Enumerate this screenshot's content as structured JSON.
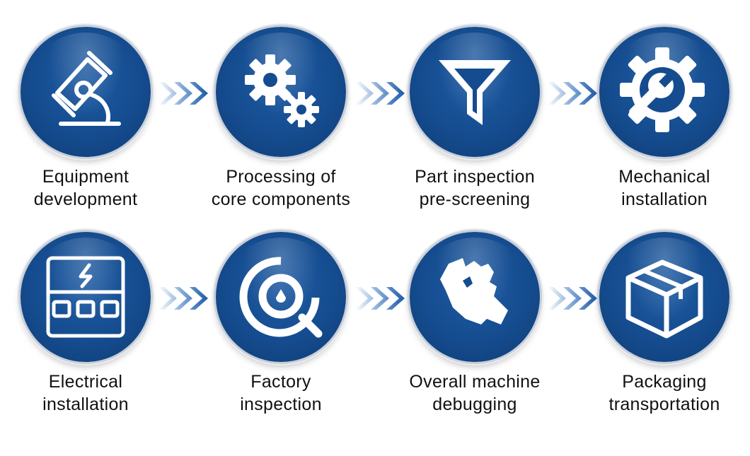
{
  "steps": [
    {
      "icon": "microscope-icon",
      "line1": "Equipment",
      "line2": "development"
    },
    {
      "icon": "gears-icon",
      "line1": "Processing of",
      "line2": "core components"
    },
    {
      "icon": "funnel-icon",
      "line1": "Part inspection",
      "line2": "pre-screening"
    },
    {
      "icon": "gear-wrench-icon",
      "line1": "Mechanical",
      "line2": "installation"
    },
    {
      "icon": "electrical-panel-icon",
      "line1": "Electrical",
      "line2": "installation"
    },
    {
      "icon": "inspection-target-icon",
      "line1": "Factory",
      "line2": "inspection"
    },
    {
      "icon": "hand-gear-icon",
      "line1": "Overall machine",
      "line2": "debugging"
    },
    {
      "icon": "box-icon",
      "line1": "Packaging",
      "line2": "transportation"
    }
  ],
  "colors": {
    "circle": "#154c8f",
    "icon": "#ffffff",
    "arrow": "#1c5aa5",
    "text": "#111111"
  }
}
